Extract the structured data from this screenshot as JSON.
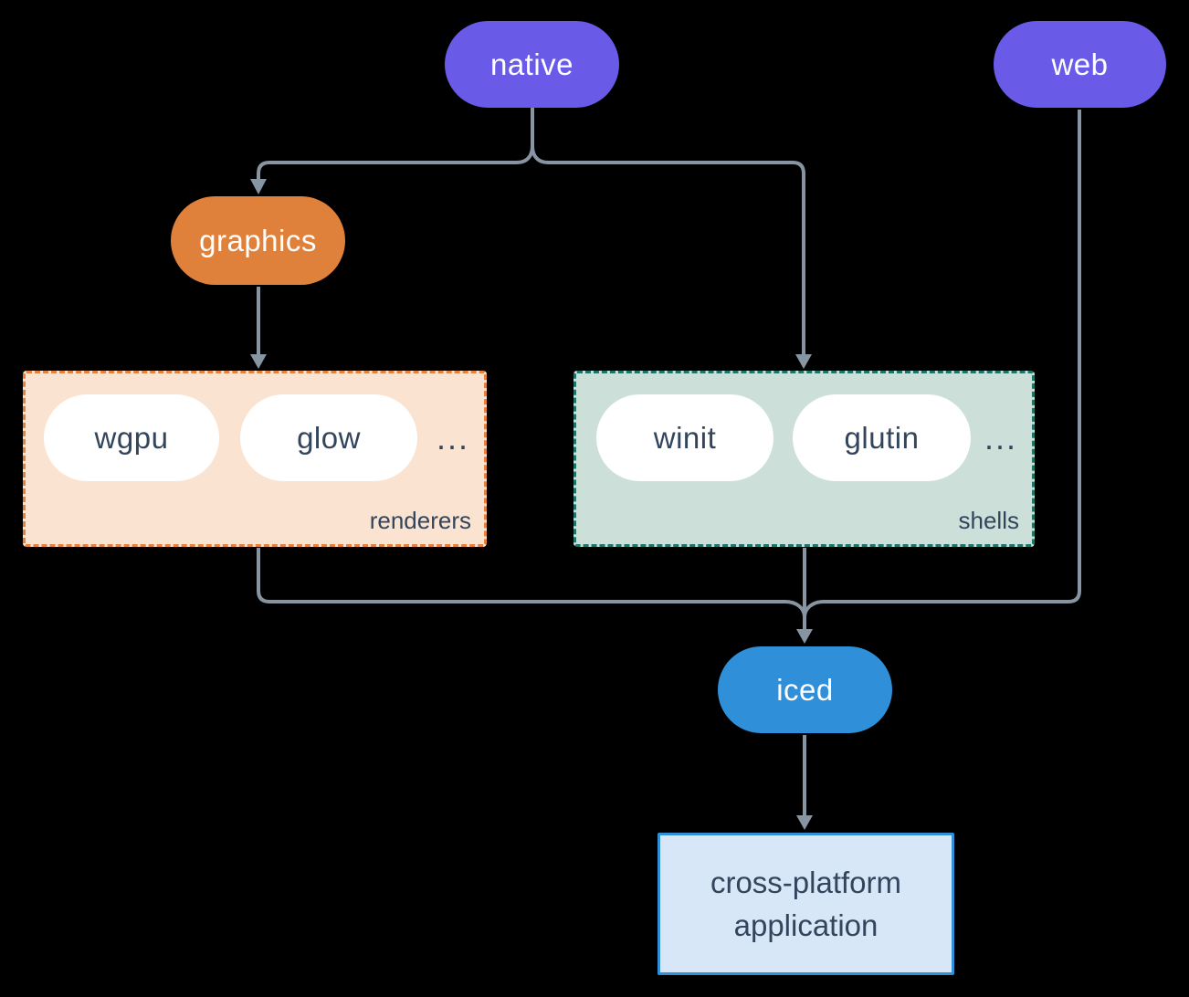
{
  "nodes": {
    "native": "native",
    "web": "web",
    "graphics": "graphics",
    "iced": "iced",
    "wgpu": "wgpu",
    "glow": "glow",
    "winit": "winit",
    "glutin": "glutin"
  },
  "groups": {
    "renderers": {
      "label": "renderers",
      "ellipsis": "..."
    },
    "shells": {
      "label": "shells",
      "ellipsis": "..."
    }
  },
  "app_box": {
    "line1": "cross-platform",
    "line2": "application"
  },
  "edges": [
    {
      "from": "native",
      "to": "graphics"
    },
    {
      "from": "native",
      "to": "shells"
    },
    {
      "from": "graphics",
      "to": "renderers"
    },
    {
      "from": "renderers",
      "to": "iced"
    },
    {
      "from": "shells",
      "to": "iced"
    },
    {
      "from": "web",
      "to": "iced"
    },
    {
      "from": "iced",
      "to": "cross-platform application"
    }
  ],
  "colors": {
    "purple": "#695AE8",
    "orange": "#E0813B",
    "blue": "#2F8FD9",
    "peach_fill": "#FAE4D1",
    "peach_border": "#E2823D",
    "sage_fill": "#CCDFD9",
    "sage_border": "#1E7467",
    "app_fill": "#D7E7F8",
    "app_border": "#2F8FD9",
    "dark": "#33455C",
    "line": "#8795A3",
    "white": "#FFFFFF",
    "bg": "#000000"
  }
}
